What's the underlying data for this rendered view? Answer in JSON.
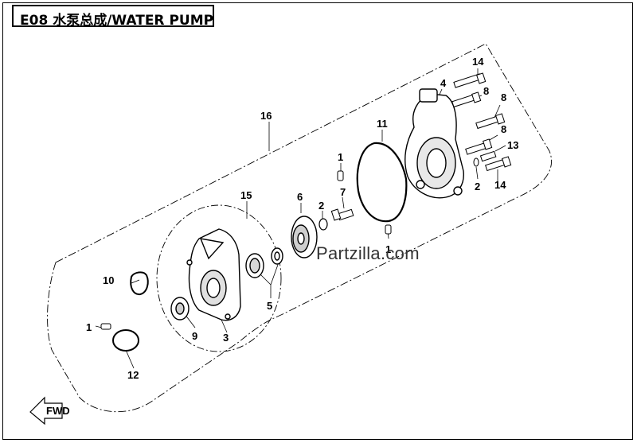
{
  "title": "E08 水泵总成/WATER PUMP",
  "watermark": "Partzilla.com",
  "callouts": [
    {
      "id": "c14a",
      "label": "14"
    },
    {
      "id": "c4",
      "label": "4"
    },
    {
      "id": "c8a",
      "label": "8"
    },
    {
      "id": "c8b",
      "label": "8"
    },
    {
      "id": "c8c",
      "label": "8"
    },
    {
      "id": "c13",
      "label": "13"
    },
    {
      "id": "c2a",
      "label": "2"
    },
    {
      "id": "c14b",
      "label": "14"
    },
    {
      "id": "c16",
      "label": "16"
    },
    {
      "id": "c11",
      "label": "11"
    },
    {
      "id": "c1a",
      "label": "1"
    },
    {
      "id": "c7",
      "label": "7"
    },
    {
      "id": "c1b",
      "label": "1"
    },
    {
      "id": "c15",
      "label": "15"
    },
    {
      "id": "c6",
      "label": "6"
    },
    {
      "id": "c2b",
      "label": "2"
    },
    {
      "id": "c10",
      "label": "10"
    },
    {
      "id": "c5",
      "label": "5"
    },
    {
      "id": "c1c",
      "label": "1"
    },
    {
      "id": "c9",
      "label": "9"
    },
    {
      "id": "c3",
      "label": "3"
    },
    {
      "id": "c12",
      "label": "12"
    }
  ],
  "direction_badge": "FWD"
}
